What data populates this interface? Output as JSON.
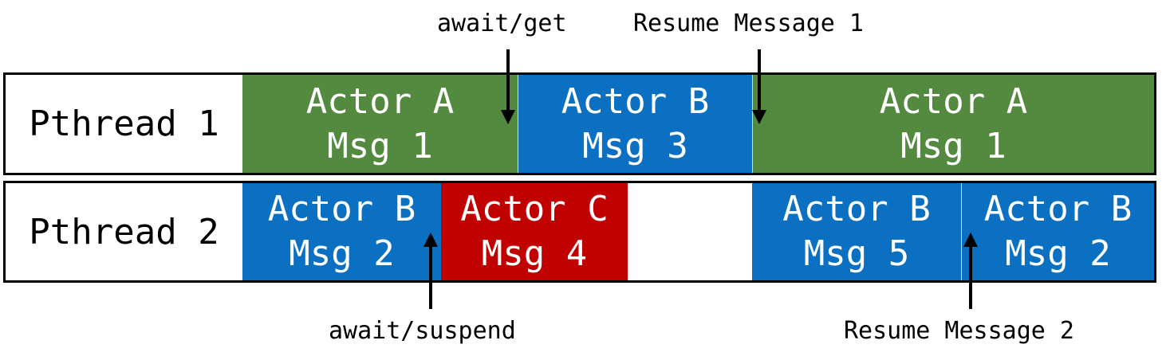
{
  "threads": [
    {
      "label": "Pthread 1",
      "blocks": [
        {
          "actor": "Actor A",
          "msg": "Msg 1",
          "color": "#538a40"
        },
        {
          "actor": "Actor B",
          "msg": "Msg 3",
          "color": "#0c70c2"
        },
        {
          "actor": "Actor A",
          "msg": "Msg 1",
          "color": "#538a40"
        }
      ]
    },
    {
      "label": "Pthread 2",
      "blocks": [
        {
          "actor": "Actor B",
          "msg": "Msg 2",
          "color": "#0c70c2"
        },
        {
          "actor": "Actor C",
          "msg": "Msg 4",
          "color": "#c10000"
        },
        {
          "actor": "Actor B",
          "msg": "Msg 5",
          "color": "#0c70c2"
        },
        {
          "actor": "Actor B",
          "msg": "Msg 2",
          "color": "#0c70c2"
        }
      ]
    }
  ],
  "annotations": {
    "await_get": "await/get",
    "resume_message_1": "Resume Message 1",
    "await_suspend": "await/suspend",
    "resume_message_2": "Resume Message 2"
  }
}
